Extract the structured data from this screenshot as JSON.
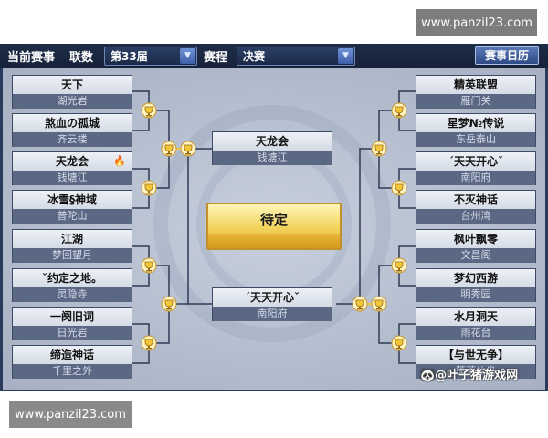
{
  "watermark_top": "www.panzil23.com",
  "watermark_bottom": "www.panzil23.com",
  "site_watermark": "🐼@叶子猪游戏网",
  "topbar": {
    "current_label": "当前赛事",
    "league_label": "联数",
    "league_value": "第33届",
    "stage_label": "赛程",
    "stage_value": "决赛",
    "schedule_button": "赛事日历"
  },
  "left": [
    {
      "name": "天下",
      "server": "湖光岩"
    },
    {
      "name": "煞血の孤城",
      "server": "齐云楼"
    },
    {
      "name": "天龙会",
      "server": "钱塘江"
    },
    {
      "name": "冰雪§神域",
      "server": "普陀山"
    },
    {
      "name": "江湖",
      "server": "梦回望月"
    },
    {
      "name": "ˇ约定之地。",
      "server": "灵隐寺"
    },
    {
      "name": "一阕旧词",
      "server": "日光岩"
    },
    {
      "name": "缔造神话",
      "server": "千里之外"
    }
  ],
  "right": [
    {
      "name": "精英联盟",
      "server": "雁门关"
    },
    {
      "name": "星梦№传说",
      "server": "东岳泰山"
    },
    {
      "name": "ˊ天天开心ˇ",
      "server": "南阳府"
    },
    {
      "name": "不灭神话",
      "server": "台州湾"
    },
    {
      "name": "枫叶飘零",
      "server": "文昌阁"
    },
    {
      "name": "梦幻西游",
      "server": "明秀园"
    },
    {
      "name": "水月洞天",
      "server": "雨花台"
    },
    {
      "name": "【与世无争】",
      "server": "蓬莱仙岛"
    }
  ],
  "finalists": {
    "top": {
      "name": "天龙会",
      "server": "钱塘江"
    },
    "bottom": {
      "name": "ˊ天天开心ˇ",
      "server": "南阳府"
    },
    "result": "待定"
  },
  "colors": {
    "frame": "#2a3a5a",
    "board": "#b8c1d1",
    "connector": "#2f3b55",
    "gold": "#f2c63a",
    "pending": "#f1d25a"
  },
  "icons": {
    "cup": "trophy-cup-icon",
    "flame": "flame-icon",
    "dropdown": "chevron-down-icon"
  }
}
